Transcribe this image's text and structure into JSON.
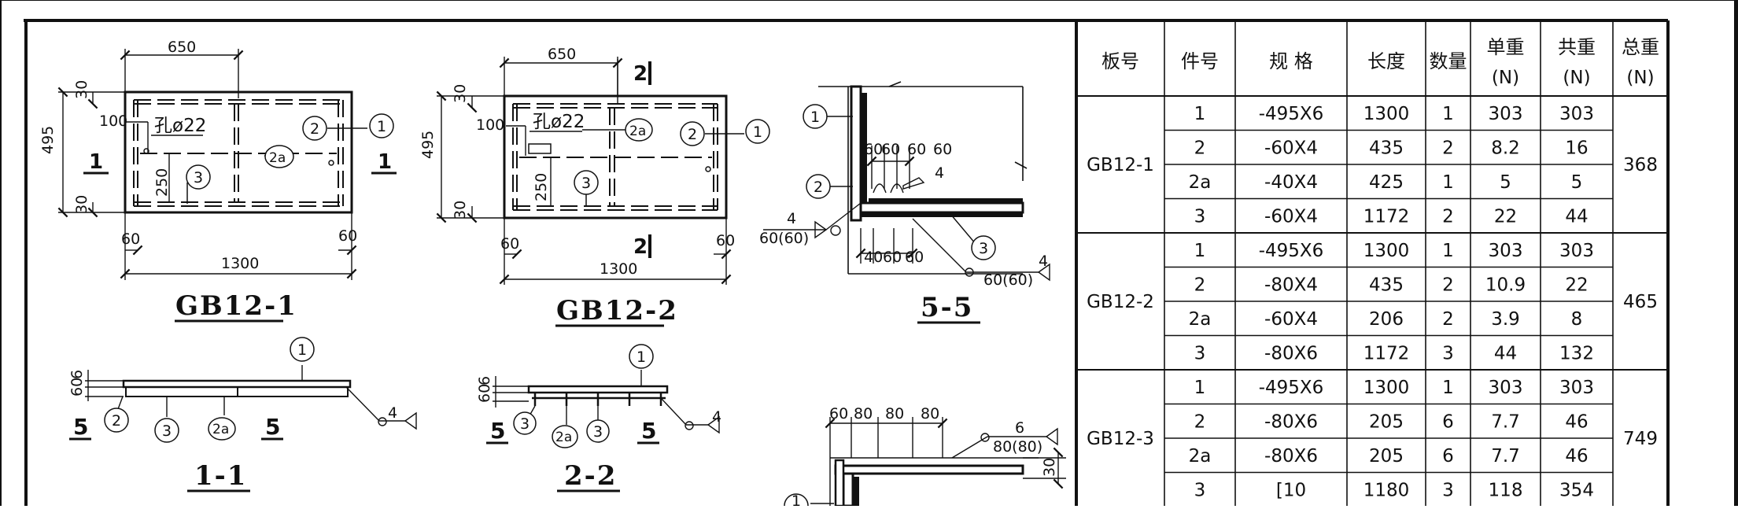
{
  "drawing": {
    "views": {
      "gb12_1": {
        "title": "GB12-1",
        "dim_top": "650",
        "dim_height": "495",
        "dim_top_edge": "30",
        "dim_bottom_edge": "30",
        "dim_100": "100",
        "dim_250": "250",
        "dim_left_edge": "60",
        "dim_right_edge": "60",
        "dim_total": "1300",
        "hole": "孔ø22",
        "section_left": "1",
        "section_right": "1",
        "callouts": [
          "1",
          "2",
          "2a",
          "3"
        ]
      },
      "gb12_2": {
        "title": "GB12-2",
        "dim_top": "650",
        "dim_height": "495",
        "dim_top_edge": "30",
        "dim_bottom_edge": "30",
        "dim_100": "100",
        "dim_250": "250",
        "dim_left_edge": "60",
        "dim_right_edge": "60",
        "dim_total": "1300",
        "hole": "孔ø22",
        "section_top": "2",
        "section_bottom": "2",
        "callouts": [
          "1",
          "2",
          "2a",
          "3"
        ]
      },
      "detail_5_5": {
        "title": "5-5",
        "dims_top": [
          "60",
          "60",
          "60",
          "60"
        ],
        "dims_bottom": [
          "40",
          "60",
          "60"
        ],
        "weld_left_size": "4",
        "weld_left_len": "60(60)",
        "weld_right_size": "4",
        "weld_right_len": "60(60)",
        "callouts": [
          "1",
          "2",
          "3"
        ]
      },
      "section_1_1": {
        "title": "1-1",
        "dims": [
          "60",
          "6"
        ],
        "section_mark_left": "5",
        "section_mark_right": "5",
        "weld_size": "4",
        "callouts": [
          "1",
          "2",
          "3",
          "2a"
        ]
      },
      "section_2_2": {
        "title": "2-2",
        "dims": [
          "60",
          "6"
        ],
        "section_mark_left": "5",
        "section_mark_right": "5",
        "weld_size": "4",
        "callouts": [
          "1",
          "3",
          "2a",
          "3"
        ]
      },
      "detail_bottom": {
        "dims_top": [
          "60",
          "80",
          "80",
          "80"
        ],
        "dim_side": "30",
        "weld_size": "6",
        "weld_len": "80(80)",
        "callouts": [
          "1"
        ]
      }
    },
    "table": {
      "headers": [
        "板号",
        "件号",
        "规  格",
        "长度",
        "数量",
        "单重",
        "共重",
        "总重"
      ],
      "units": [
        "",
        "",
        "",
        "",
        "",
        "(N)",
        "(N)",
        "(N)"
      ],
      "groups": [
        {
          "board": "GB12-1",
          "total": "368",
          "rows": [
            [
              "1",
              "-495X6",
              "1300",
              "1",
              "303",
              "303"
            ],
            [
              "2",
              "-60X4",
              "435",
              "2",
              "8.2",
              "16"
            ],
            [
              "2a",
              "-40X4",
              "425",
              "1",
              "5",
              "5"
            ],
            [
              "3",
              "-60X4",
              "1172",
              "2",
              "22",
              "44"
            ]
          ]
        },
        {
          "board": "GB12-2",
          "total": "465",
          "rows": [
            [
              "1",
              "-495X6",
              "1300",
              "1",
              "303",
              "303"
            ],
            [
              "2",
              "-80X4",
              "435",
              "2",
              "10.9",
              "22"
            ],
            [
              "2a",
              "-60X4",
              "206",
              "2",
              "3.9",
              "8"
            ],
            [
              "3",
              "-80X6",
              "1172",
              "3",
              "44",
              "132"
            ]
          ]
        },
        {
          "board": "GB12-3",
          "total": "749",
          "rows": [
            [
              "1",
              "-495X6",
              "1300",
              "1",
              "303",
              "303"
            ],
            [
              "2",
              "-80X6",
              "205",
              "6",
              "7.7",
              "46"
            ],
            [
              "2a",
              "-80X6",
              "205",
              "6",
              "7.7",
              "46"
            ],
            [
              "3",
              "[10",
              "1180",
              "3",
              "118",
              "354"
            ]
          ]
        }
      ]
    }
  }
}
